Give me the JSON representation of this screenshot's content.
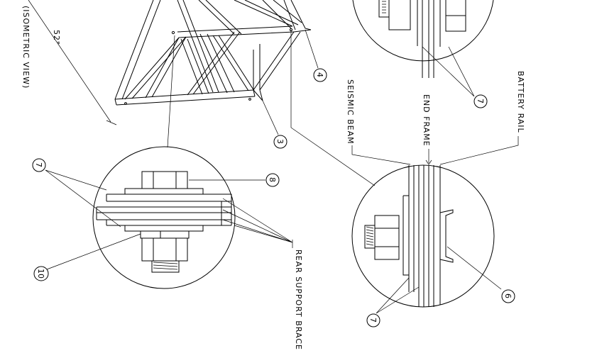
{
  "labels": {
    "isometric_view": "(ISOMETRIC VIEW)",
    "dimension": "52\"",
    "seismic_beam": "SEISMIC BEAM",
    "end_frame": "END FRAME",
    "battery_rail": "BATTERY RAIL",
    "rear_support_brace": "REAR SUPPORT BRACE"
  },
  "callouts": {
    "c3": "3",
    "c4": "4",
    "c6": "6",
    "c7_a": "7",
    "c7_b": "7",
    "c7_c": "7",
    "c8": "8",
    "c10": "10"
  }
}
